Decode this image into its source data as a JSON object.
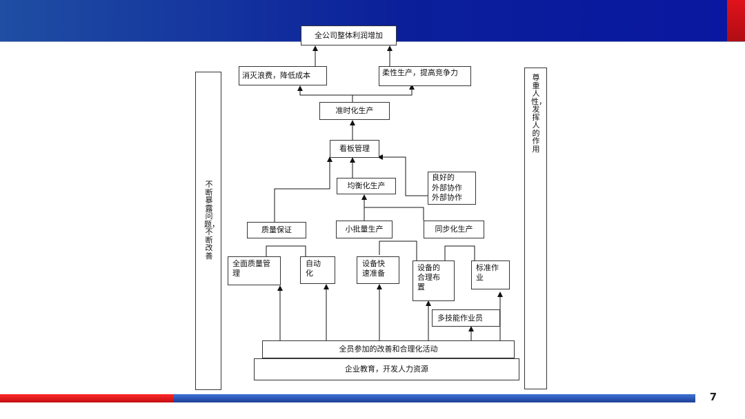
{
  "page_number": "7",
  "nodes": {
    "top_goal": "全公司整体利润增加",
    "reduce_waste": "消灭浪费，降低成本",
    "flexible": "柔性生产，提高竞争力",
    "jit": "准时化生产",
    "kanban": "看板管理",
    "external": "良好的\n外部协作\n外部协作",
    "leveling": "均衡化生产",
    "quality": "质量保证",
    "small_batch": "小批量生产",
    "sync": "同步化生产",
    "tqm": "全面质量管\n理",
    "automation": "自动\n化",
    "quick_setup": "设备快\n速准备",
    "layout": "设备的\n合理布\n置",
    "standard_work": "标准作\n业",
    "multi_skill": "多技能作业员",
    "participation": "全员参加的改善和合理化活动",
    "education": "企业教育，开发人力资源"
  },
  "side_left": "不断暴露问题，不断改善",
  "side_right": "尊重人性，发挥人的作用"
}
